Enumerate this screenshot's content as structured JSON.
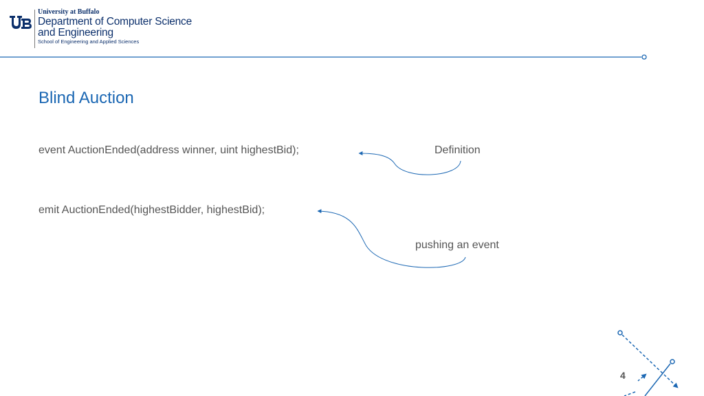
{
  "header": {
    "university": "University at Buffalo",
    "department_line1": "Department of Computer Science",
    "department_line2": "and Engineering",
    "school": "School of Engineering and Applied Sciences",
    "logo_icon": "ub-logo-icon",
    "accent_color": "#1b67b3",
    "brand_color": "#0b2f6b"
  },
  "slide": {
    "title": "Blind Auction",
    "code_line1": "event AuctionEnded(address winner, uint highestBid);",
    "code_line2": "emit AuctionEnded(highestBidder, highestBid);",
    "annotation1": "Definition",
    "annotation2": "pushing an event",
    "page_number": "4"
  }
}
